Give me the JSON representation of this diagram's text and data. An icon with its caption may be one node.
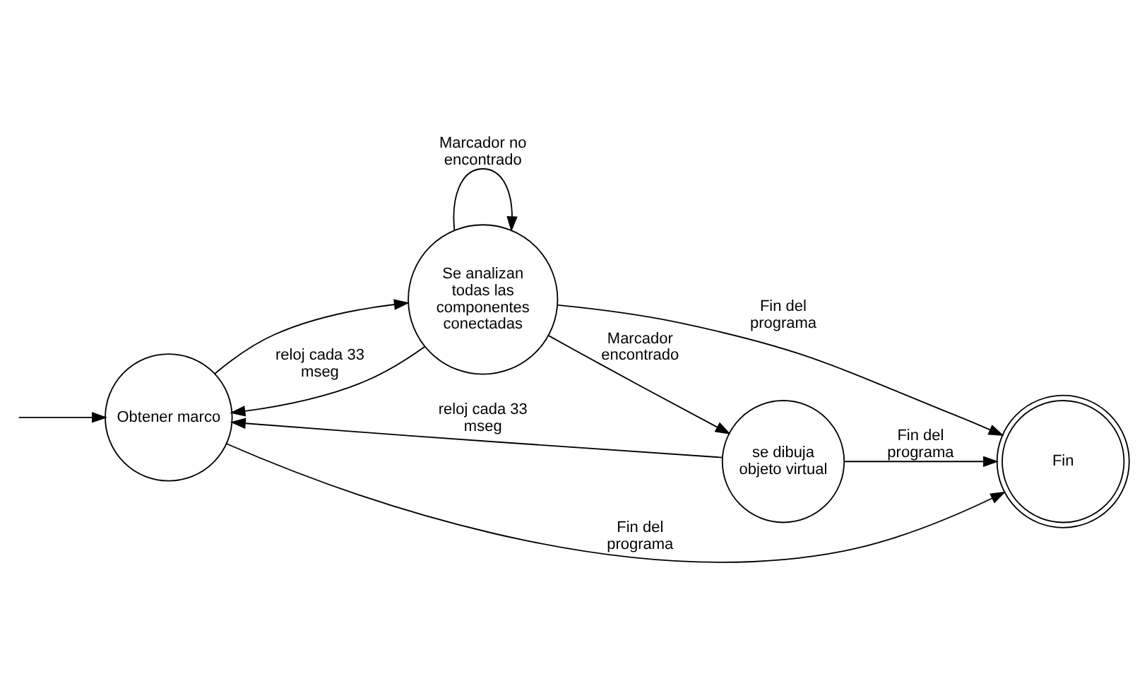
{
  "diagram": {
    "nodes": [
      {
        "text": [
          "Obtener marco"
        ]
      },
      {
        "text": [
          "Se analizan todas las componentes conectadas"
        ]
      },
      {
        "text": [
          "se dibuja objeto virtual"
        ]
      },
      {
        "text": [
          "Fin"
        ]
      }
    ],
    "edges": [
      {
        "from": null,
        "to": 0,
        "arrow": "to"
      },
      {
        "from": 0,
        "to": 1,
        "arrow": "to"
      },
      {
        "from": 1,
        "to": 0,
        "arrow": "to",
        "label": "reloj cada 33 mseg"
      },
      {
        "from": 1,
        "to": 1,
        "arrow": "to",
        "label": "Marcador no encontrado"
      },
      {
        "from": 1,
        "to": 3,
        "arrow": "to",
        "label": "Fin del programa"
      },
      {
        "from": 1,
        "to": 2,
        "arrow": "to",
        "label": "Marcador encontrado"
      },
      {
        "from": 2,
        "to": 3,
        "arrow": "to",
        "label": "Fin del programa"
      },
      {
        "from": 2,
        "to": 0,
        "arrow": "to",
        "label": "reloj cada 33 mseg"
      },
      {
        "from": 0,
        "to": 3,
        "arrow": "to",
        "label": "Fin del programa"
      }
    ]
  }
}
